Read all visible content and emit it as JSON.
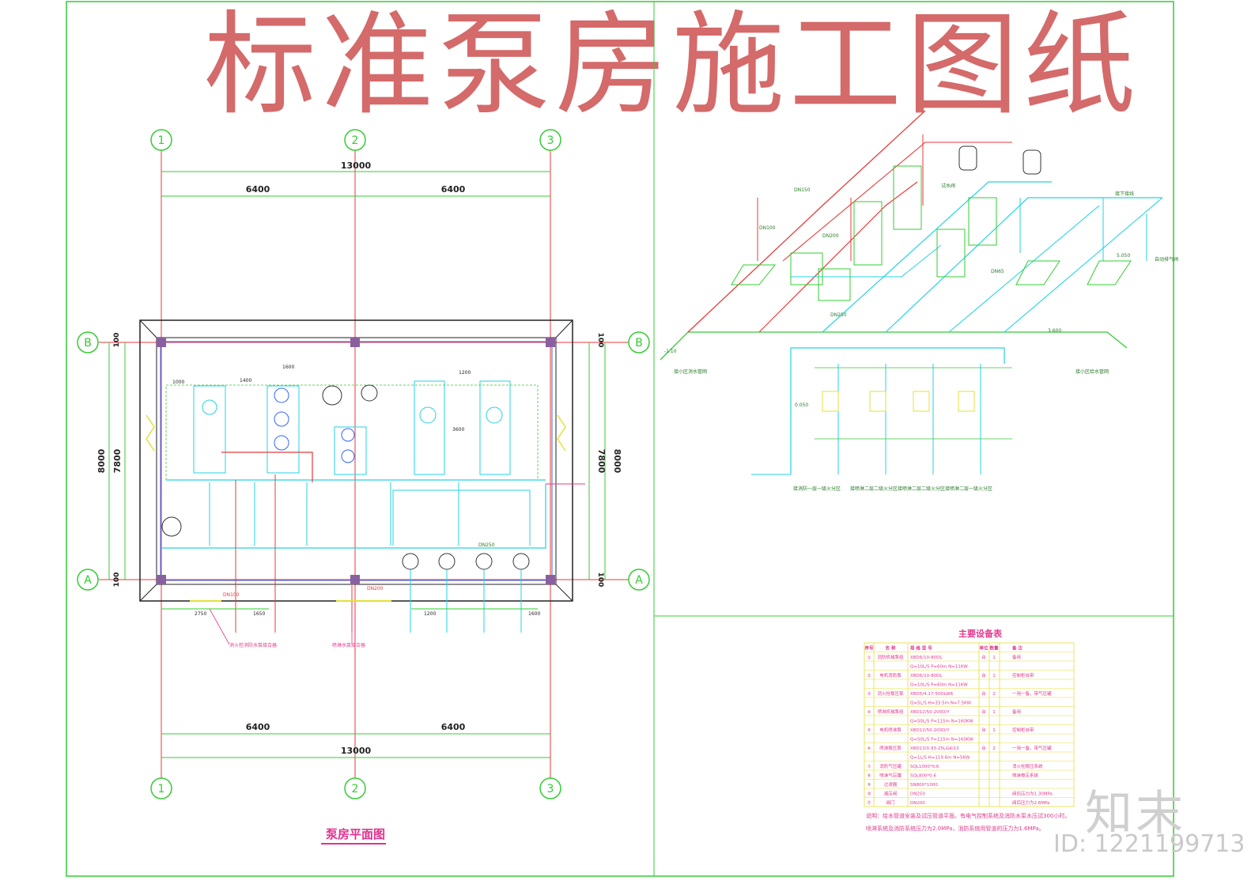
{
  "title": "标准泵房施工图纸",
  "brand": "知末",
  "image_id": "ID: 1221199713",
  "plan": {
    "caption": "泵房平面图",
    "axes_columns": [
      "1",
      "2",
      "3"
    ],
    "axes_rows": [
      "B",
      "A"
    ],
    "dim_total": "13000",
    "dim_span_left": "6400",
    "dim_span_right": "6400",
    "dim_height_outer": "8000",
    "dim_height_inner": "7800",
    "dim_edge": "100",
    "dims_small": [
      "1600",
      "1400",
      "1000",
      "1200",
      "3600",
      "2750",
      "1650",
      "1600",
      "1200"
    ],
    "labels": {
      "dn100": "DN100",
      "dn200": "DN200",
      "dn250": "DN250",
      "fire_adapter": "消火栓消防水泵接合器",
      "sprinkler_adapter": "喷淋水泵接合器"
    }
  },
  "table": {
    "title": "主要设备表",
    "headers": [
      "序号",
      "名 称",
      "规 格 型 号",
      "单位",
      "数量",
      "备 注"
    ],
    "rows": [
      [
        "①",
        "消防机械泵组",
        "XBD6/10-80DL",
        "台",
        "1",
        "备用"
      ],
      [
        "",
        "",
        "Q=10L/S  P=60m  N=11KW",
        "",
        "",
        ""
      ],
      [
        "②",
        "电机消防泵",
        "XBD6/10-80DL",
        "台",
        "1",
        "控制柜自带"
      ],
      [
        "",
        "",
        "Q=10L/S  P=60m  N=11KW",
        "",
        "",
        ""
      ],
      [
        "③",
        "消火栓稳压泵",
        "XBD5/4.17-50DLW6",
        "台",
        "2",
        "一用一备，带气压罐"
      ],
      [
        "",
        "",
        "Q=5L/S  H=33.5m  N=7.5KW",
        "",
        "",
        ""
      ],
      [
        "④",
        "喷淋机械泵组",
        "XBD12/50-200D/Y",
        "台",
        "1",
        "备用"
      ],
      [
        "",
        "",
        "Q=50L/S  P=115m  N=160KW",
        "",
        "",
        ""
      ],
      [
        "⑤",
        "电机喷淋泵",
        "XBD12/50-200D/Y",
        "台",
        "1",
        "控制柜自带"
      ],
      [
        "",
        "",
        "Q=50L/S  P=115m  N=160KW",
        "",
        "",
        ""
      ],
      [
        "⑥",
        "喷淋稳压泵",
        "XBD13/0.93-25LG4/13",
        "台",
        "2",
        "一用一备，带气压罐"
      ],
      [
        "",
        "",
        "Q=1L/S  H=119.6m  N=5KW",
        "",
        "",
        ""
      ],
      [
        "⑦",
        "消防气压罐",
        "SQL1000*0.6",
        "",
        "",
        "消火栓稳压系统"
      ],
      [
        "⑧",
        "喷淋气压罐",
        "SQL800*0.6",
        "",
        "",
        "喷淋稳压系统"
      ],
      [
        "⑨",
        "过滤器",
        "SN800*1000",
        "",
        "",
        ""
      ],
      [
        "⑩",
        "减压阀",
        "DN250",
        "",
        "",
        "阀后压力为1.30MPa"
      ],
      [
        "⑪",
        "阀门",
        "DN200",
        "",
        "",
        "阀后压力为2.6MPa"
      ]
    ],
    "notes": [
      "说明：给水管道安装及试压管道平面。有电气控制系统及消防水泵水压试300小时。",
      "喷淋系统及消防系统压力为2.0MPa，消防系统用管道的压力为1.6MPa。"
    ]
  },
  "iso": {
    "labels": [
      "DN150",
      "DN200",
      "DN250",
      "DN100",
      "DN65",
      "试水阀",
      "接下接线",
      "自动排气阀",
      "-1.10",
      "3.600",
      "0.050",
      "5.050"
    ],
    "bottom_labels": [
      "接小区消水管网",
      "接小区给水管网"
    ],
    "zone_labels": [
      "接消防一层一级火分区",
      "接喷淋二层二级火分区",
      "接喷淋二层二级火分区",
      "接喷淋二层一级火分区"
    ]
  },
  "colors": {
    "title": "#d46a6a",
    "grid": "#33cc33",
    "cyan": "#22d3e6",
    "red": "#e83a3a",
    "yellow": "#e3e03a",
    "magenta": "#e23a8e",
    "blue": "#3366ff"
  }
}
